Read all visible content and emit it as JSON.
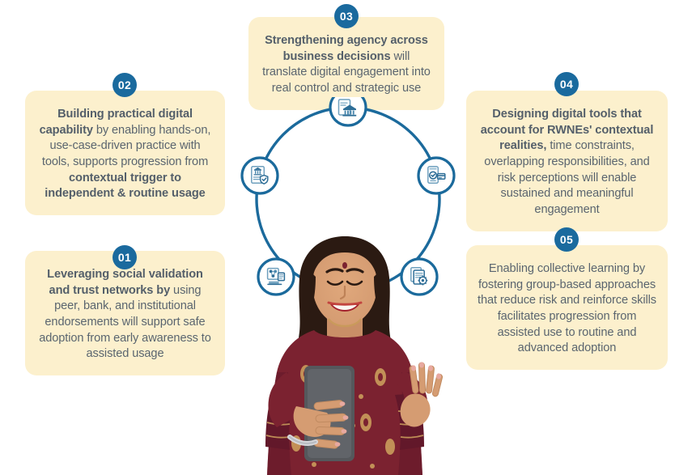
{
  "theme": {
    "card_bg": "#FCF0CD",
    "badge_bg": "#1A6A9E",
    "badge_text": "#FFFFFF",
    "body_text": "#5A656F",
    "ring_stroke": "#1B6A9C",
    "icon_fill": "#7EA8C4",
    "page_bg": "#FFFFFF"
  },
  "cards": [
    {
      "id": "01",
      "badge": "01",
      "bold_lead": "Leveraging social validation and trust networks by",
      "rest": " using peer, bank, and institutional endorsements will support safe adoption from early awareness to assisted usage",
      "full_text": "Leveraging social validation and trust networks by using peer, bank, and institutional endorsements will support safe adoption from early awareness to assisted usage"
    },
    {
      "id": "02",
      "badge": "02",
      "bold_lead": "Building practical digital capability",
      "mid": " by enabling hands-on, use-case-driven practice with tools, supports progression from ",
      "bold_tail": "contextual trigger to independent & routine usage",
      "full_text": "Building practical digital capability by enabling hands-on, use-case-driven practice with tools, supports progression from contextual trigger to independent & routine usage"
    },
    {
      "id": "03",
      "badge": "03",
      "bold_lead": "Strengthening agency across business decisions",
      "rest": " will translate digital engagement into real control and strategic use",
      "full_text": "Strengthening agency across business decisions will translate digital engagement into real control and strategic use"
    },
    {
      "id": "04",
      "badge": "04",
      "bold_lead": "Designing digital tools that account for RWNEs' contextual realities,",
      "rest": " time constraints, overlapping responsibilities, and risk perceptions will enable sustained and meaningful engagement",
      "full_text": "Designing digital tools that account for RWNEs' contextual realities, time constraints, overlapping responsibilities, and risk perceptions will enable sustained and meaningful engagement"
    },
    {
      "id": "05",
      "badge": "05",
      "bold_lead": "",
      "rest": "Enabling collective learning by fostering group-based approaches that reduce risk and reinforce  skills facilitates progression from assisted use to routine and advanced adoption",
      "full_text": "Enabling collective learning by fostering group-based approaches that reduce risk and reinforce  skills facilitates progression from assisted use to routine and advanced adoption"
    }
  ],
  "ring": {
    "shape": "circle",
    "nodes": [
      {
        "position": "top",
        "icon": "bank-building-document-icon"
      },
      {
        "position": "left-upper",
        "icon": "document-bank-shield-icon"
      },
      {
        "position": "right-upper",
        "icon": "mobile-payment-card-icon"
      },
      {
        "position": "left-lower",
        "icon": "group-learning-network-icon"
      },
      {
        "position": "right-lower",
        "icon": "documents-gear-icon"
      }
    ]
  },
  "photo": {
    "alt": "Smiling woman in maroon patterned kurta holding a smartphone",
    "garment_color": "#7B2230",
    "pattern_color": "#C99A5B",
    "phone_color": "#55585C",
    "skin_color": "#D9A378",
    "hair_color": "#2B1A12"
  }
}
